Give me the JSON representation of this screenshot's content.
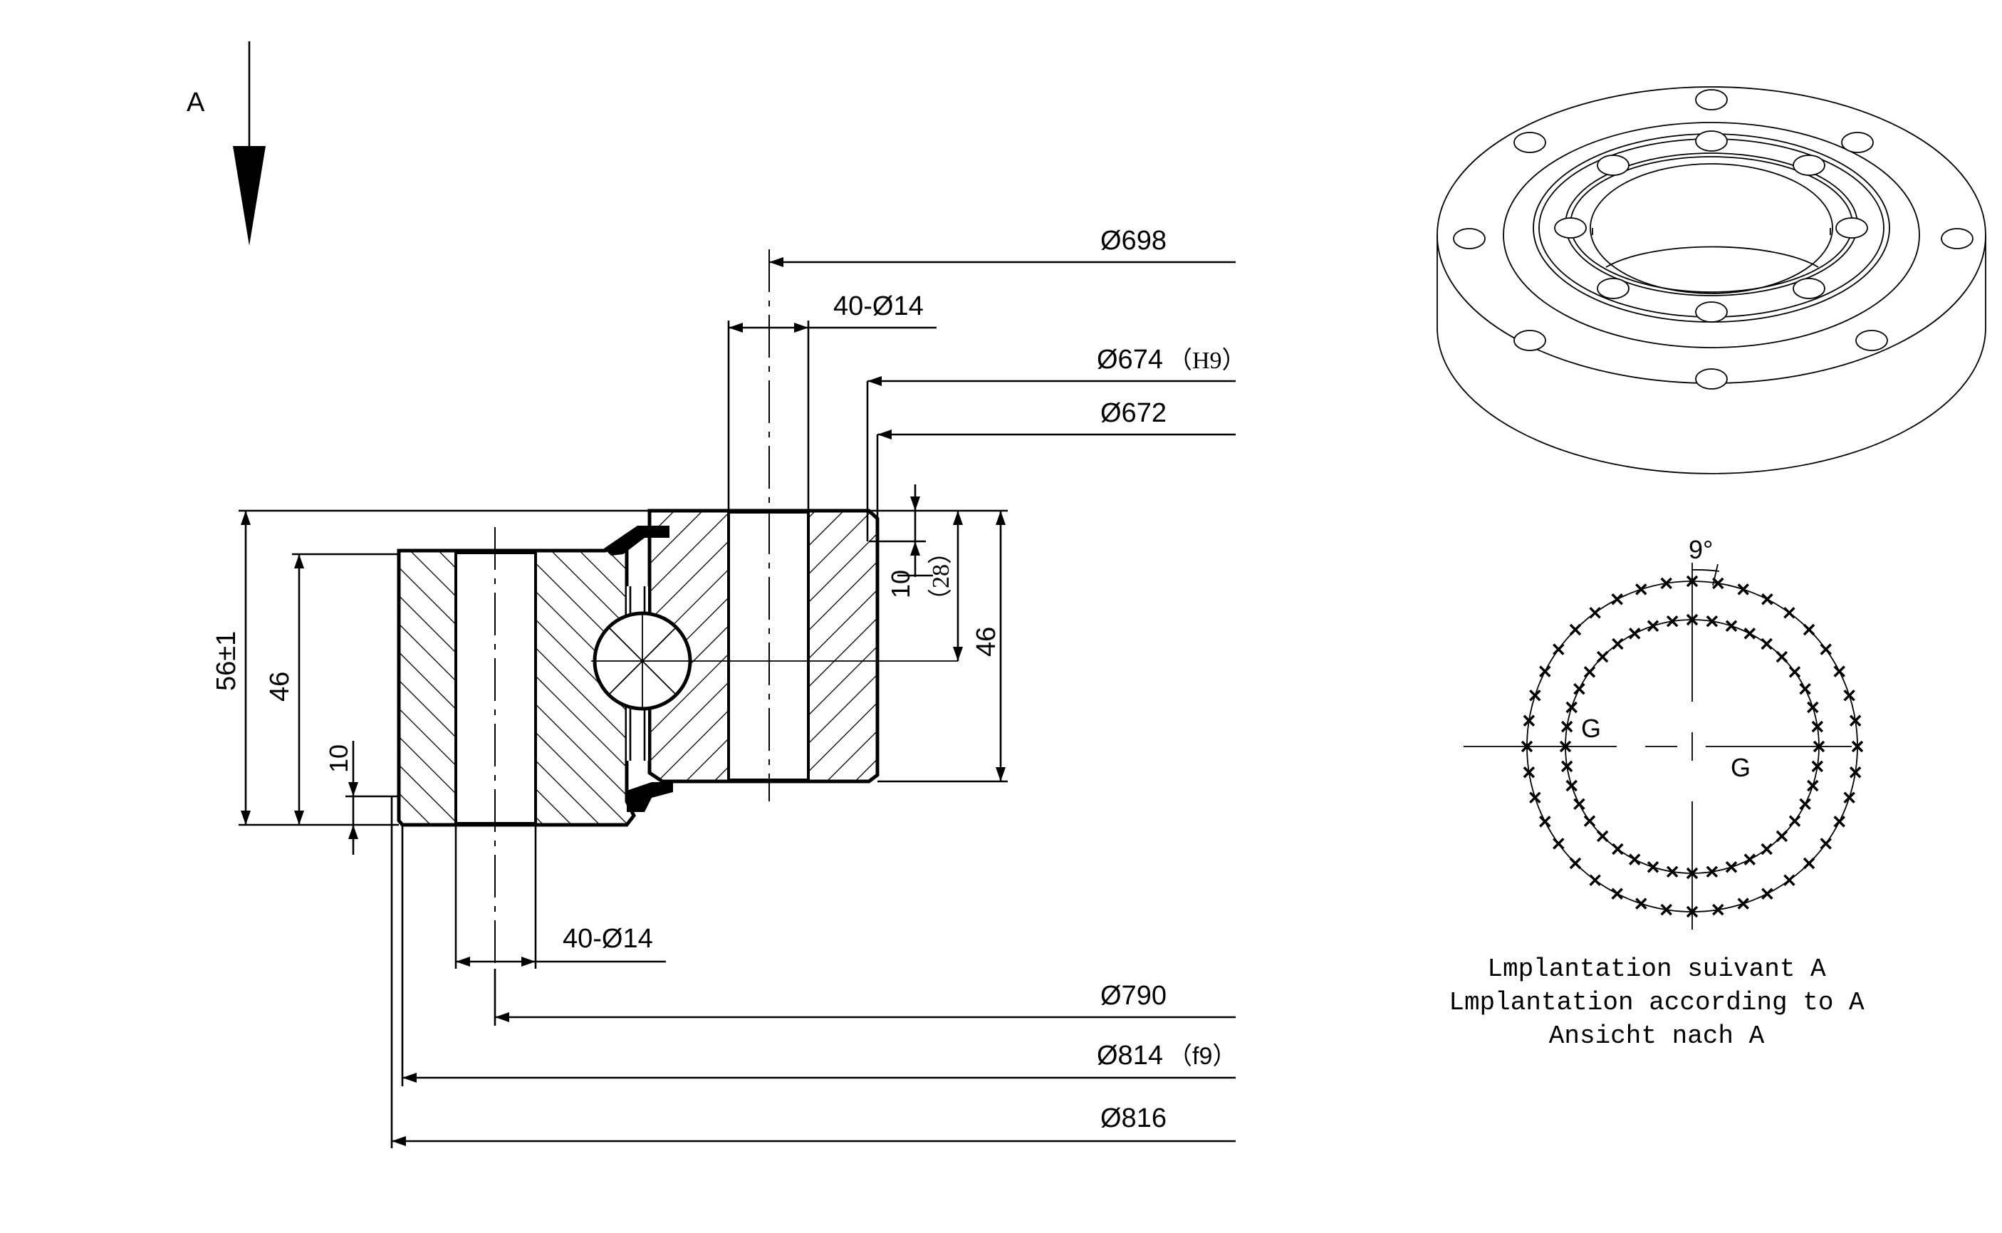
{
  "view_arrow": {
    "label": "A"
  },
  "dimensions": {
    "d698": "Ø698",
    "holes_top": "40-Ø14",
    "d674": "Ø674",
    "d674_tol": "（H9）",
    "d672": "Ø672",
    "h10_right": "10",
    "h28": "（28）",
    "h46_right": "46",
    "h56": "56±1",
    "h46_left": "46",
    "h10_left": "10",
    "holes_bottom": "40-Ø14",
    "d790": "Ø790",
    "d814": "Ø814",
    "d814_tol": "（f9）",
    "d816": "Ø816"
  },
  "hole_layout": {
    "angle": "9°",
    "gear_left": "G",
    "gear_right": "G",
    "caption_lines": [
      "Lmplantation suivant A",
      "Lmplantation according to A",
      "Ansicht nach A"
    ]
  }
}
